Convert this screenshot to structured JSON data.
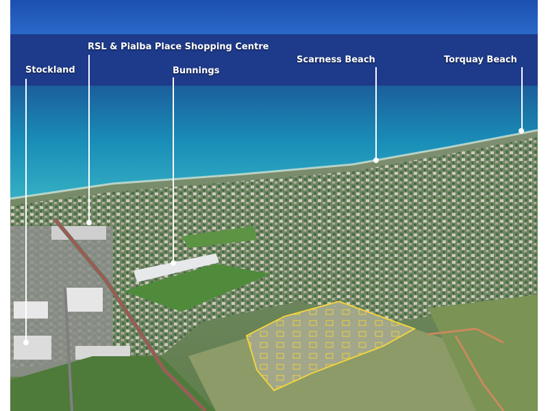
{
  "image": {
    "alt": "Aerial view of a coastal town with ocean, streets, sports fields and a highlighted residential subdivision",
    "colors": {
      "sky_band": "#1e3a8a",
      "ocean": "#1a8fb8",
      "land": "#6d8a5e",
      "subdivision_outline": "#f2d43d",
      "label_text": "#ffffff"
    }
  },
  "labels": [
    {
      "text": "Stockland"
    },
    {
      "text": "RSL & Pialba Place Shopping Centre"
    },
    {
      "text": "Bunnings"
    },
    {
      "text": "Scarness Beach"
    },
    {
      "text": "Torquay Beach"
    }
  ]
}
